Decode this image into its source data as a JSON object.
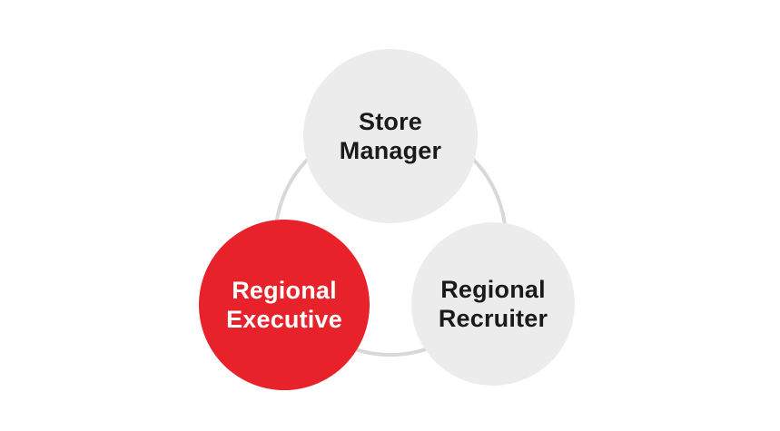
{
  "diagram": {
    "background": "#FFFFFF",
    "connector": {
      "color": "#D8D8D8"
    },
    "nodes": [
      {
        "id": "store-manager",
        "lines": [
          "Store",
          "Manager"
        ],
        "fill": "#ECECEC",
        "text_color": "#1A1A1A"
      },
      {
        "id": "regional-executive",
        "lines": [
          "Regional",
          "Executive"
        ],
        "fill": "#E8222A",
        "text_color": "#FFFFFF"
      },
      {
        "id": "regional-recruiter",
        "lines": [
          "Regional",
          "Recruiter"
        ],
        "fill": "#ECECEC",
        "text_color": "#1A1A1A"
      }
    ]
  }
}
